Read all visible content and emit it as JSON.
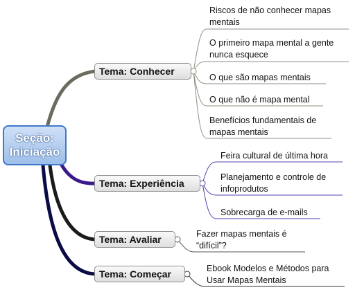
{
  "root": {
    "line1": "Seção:",
    "line2": "Iniciação"
  },
  "topics": [
    {
      "label": "Tema: Conhecer",
      "color": "#6b6b5e",
      "items": [
        {
          "line1": "Riscos de não conhecer mapas",
          "line2": "mentais"
        },
        {
          "line1": "O primeiro mapa mental a gente",
          "line2": "nunca esquece"
        },
        {
          "line1": "O que são mapas mentais"
        },
        {
          "line1": "O que não é mapa mental"
        },
        {
          "line1": "Benefícios fundamentais de",
          "line2": "mapas mentais"
        }
      ]
    },
    {
      "label": "Tema: Experiência",
      "color": "#3b1a8a",
      "items": [
        {
          "line1": "Feira cultural de última hora"
        },
        {
          "line1": "Planejamento e controle de",
          "line2": "infoprodutos"
        },
        {
          "line1": "Sobrecarga de e-mails"
        }
      ]
    },
    {
      "label": "Tema: Avaliar",
      "color": "#1a1a1a",
      "items": [
        {
          "line1": "Fazer mapas mentais é",
          "line2": "“difícil”?"
        }
      ]
    },
    {
      "label": "Tema: Começar",
      "color": "#0b0b45",
      "items": [
        {
          "line1": "Ebook Modelos e Métodos para",
          "line2": "Usar Mapas Mentais"
        }
      ]
    }
  ]
}
